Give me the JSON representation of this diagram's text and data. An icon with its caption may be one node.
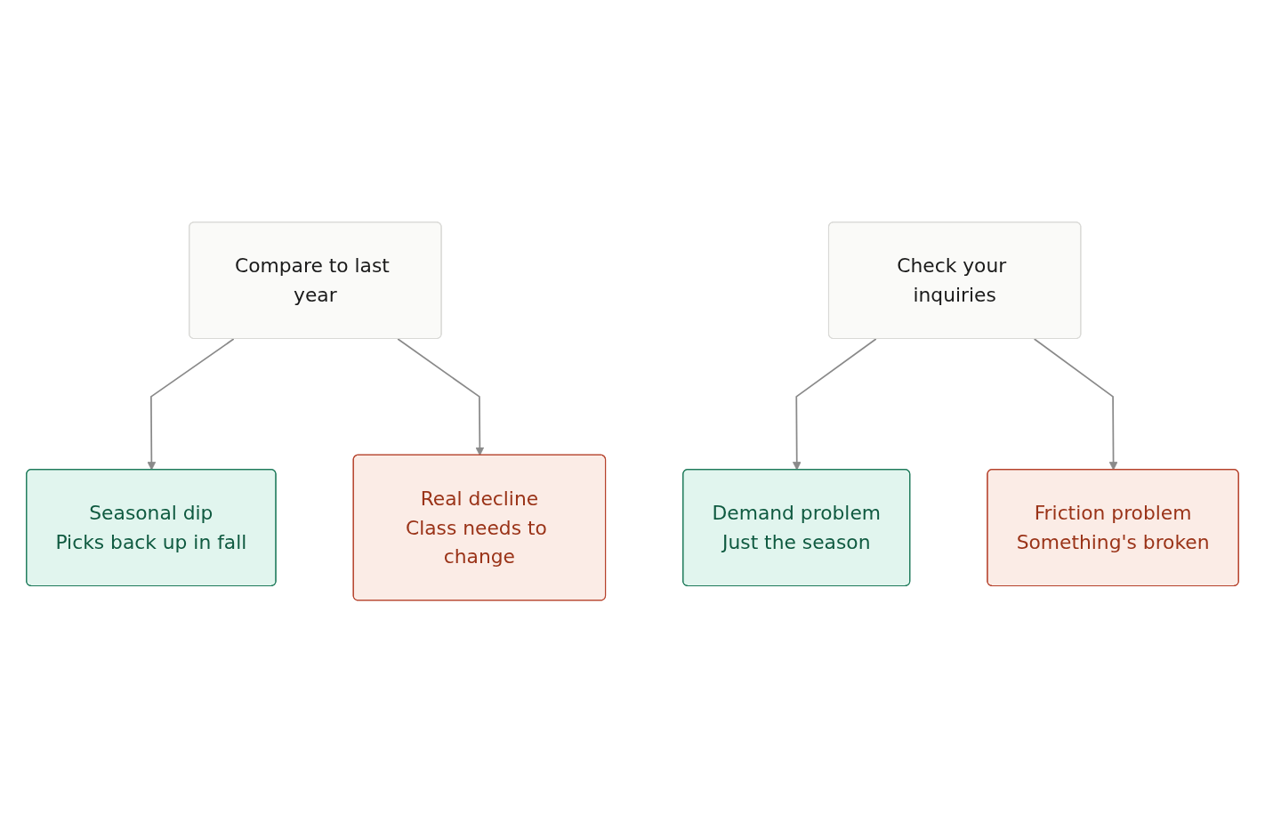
{
  "diagram": {
    "nodes": [
      {
        "text": [
          "Compare to last year"
        ]
      },
      {
        "text": [
          "Seasonal dip",
          "Picks back up in fall"
        ]
      },
      {
        "text": [
          "Real decline",
          "Class needs to change"
        ]
      },
      {
        "text": [
          "Check your inquiries"
        ]
      },
      {
        "text": [
          "Demand problem",
          "Just the season"
        ]
      },
      {
        "text": [
          "Friction problem",
          "Something's broken"
        ]
      }
    ],
    "edges": [
      {
        "from": 0,
        "to": 1,
        "arrow": "to"
      },
      {
        "from": 0,
        "to": 2,
        "arrow": "to"
      },
      {
        "from": 3,
        "to": 4,
        "arrow": "to"
      },
      {
        "from": 3,
        "to": 5,
        "arrow": "to"
      }
    ]
  }
}
